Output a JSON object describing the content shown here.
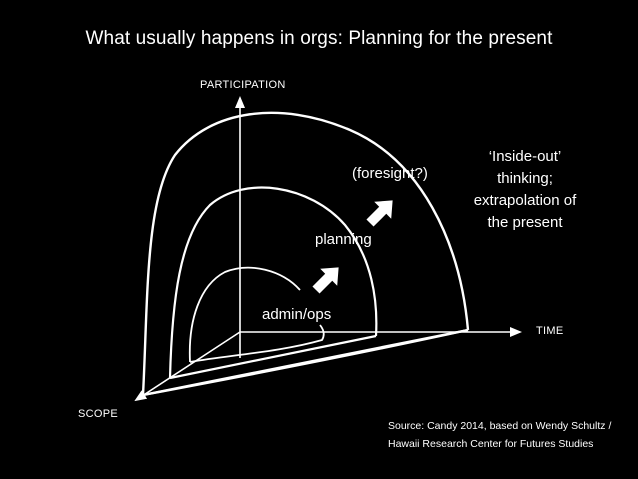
{
  "title": "What usually happens in orgs: Planning for the present",
  "axes": {
    "y_label": "PARTICIPATION",
    "x_label": "TIME",
    "z_label": "SCOPE"
  },
  "stages": {
    "inner": "admin/ops",
    "middle": "planning",
    "outer": "(foresight?)"
  },
  "note": {
    "lines": [
      "‘Inside-out’",
      "thinking;",
      "extrapolation of",
      "the present"
    ]
  },
  "source": {
    "lines": [
      "Source: Candy 2014, based on Wendy Schultz /",
      "Hawaii Research Center for Futures Studies"
    ]
  },
  "colors": {
    "background": "#000000",
    "foreground": "#ffffff"
  }
}
